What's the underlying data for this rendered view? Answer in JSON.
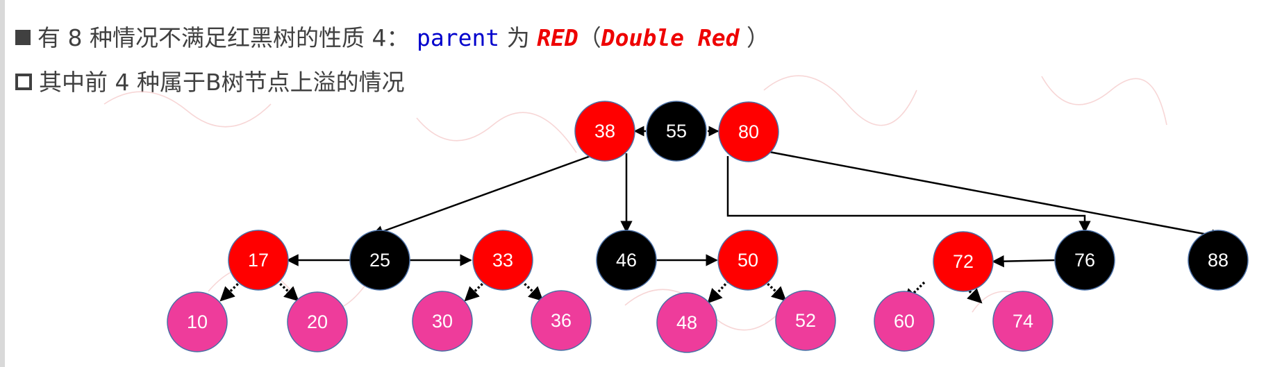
{
  "text": {
    "line1_prefix": "有 8 种情况不满足红黑树的性质 4：",
    "line1_parent": "parent",
    "line1_wei": "为",
    "line1_red": "RED",
    "line1_paren_open": "（",
    "line1_double_red": "Double Red",
    "line1_paren_close": "）",
    "line2": "其中前 4 种属于B树节点上溢的情况"
  },
  "colors": {
    "red_node": "#ff0000",
    "black_node": "#000000",
    "pink_node": "#ee3c9b",
    "keyword_blue": "#0000cc",
    "keyword_red": "#ee0000"
  },
  "tree": {
    "root": [
      {
        "id": "n38",
        "label": "38",
        "color": "red"
      },
      {
        "id": "n55",
        "label": "55",
        "color": "black"
      },
      {
        "id": "n80",
        "label": "80",
        "color": "red"
      }
    ],
    "level2": [
      {
        "id": "n17",
        "label": "17",
        "color": "red"
      },
      {
        "id": "n25",
        "label": "25",
        "color": "black"
      },
      {
        "id": "n33",
        "label": "33",
        "color": "red"
      },
      {
        "id": "n46",
        "label": "46",
        "color": "black"
      },
      {
        "id": "n50",
        "label": "50",
        "color": "red"
      },
      {
        "id": "n72",
        "label": "72",
        "color": "red"
      },
      {
        "id": "n76",
        "label": "76",
        "color": "black"
      },
      {
        "id": "n88",
        "label": "88",
        "color": "black"
      }
    ],
    "leaves": [
      {
        "id": "n10",
        "label": "10",
        "color": "pink"
      },
      {
        "id": "n20",
        "label": "20",
        "color": "pink"
      },
      {
        "id": "n30",
        "label": "30",
        "color": "pink"
      },
      {
        "id": "n36",
        "label": "36",
        "color": "pink"
      },
      {
        "id": "n48",
        "label": "48",
        "color": "pink"
      },
      {
        "id": "n52",
        "label": "52",
        "color": "pink"
      },
      {
        "id": "n60",
        "label": "60",
        "color": "pink"
      },
      {
        "id": "n74",
        "label": "74",
        "color": "pink"
      }
    ]
  }
}
